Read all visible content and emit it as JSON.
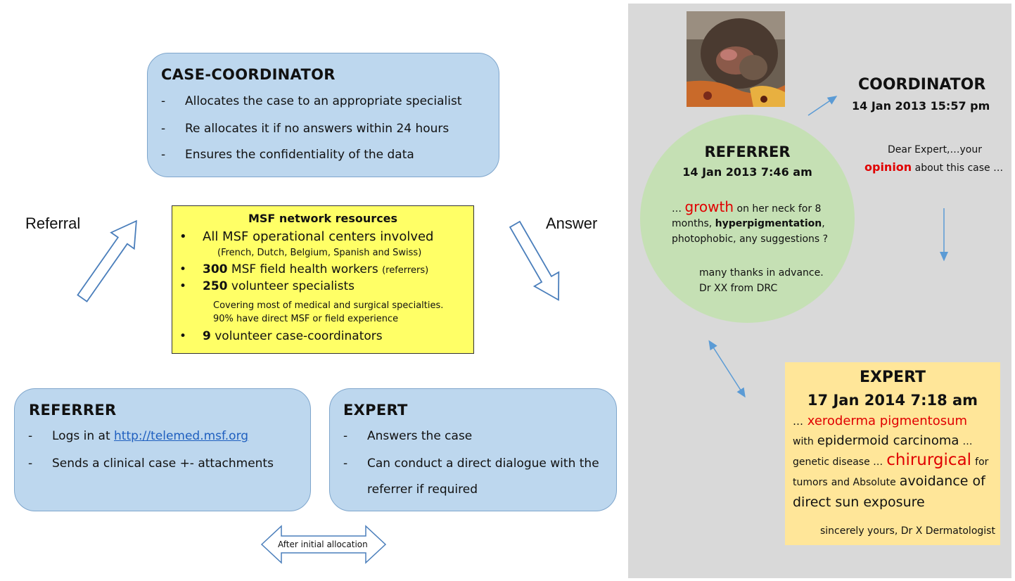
{
  "coordinator_box": {
    "title": "CASE-COORDINATOR",
    "items": [
      "Allocates the case to an appropriate specialist",
      "Re allocates it if no answers within 24 hours",
      "Ensures the confidentiality of the data"
    ]
  },
  "referral_label": "Referral",
  "answer_label": "Answer",
  "resources": {
    "title": "MSF network resources",
    "line1": "All MSF operational centers involved",
    "line1_sub": "(French, Dutch, Belgium, Spanish and Swiss)",
    "line2_num": "300",
    "line2_text": "MSF field health workers",
    "line2_small": "(referrers)",
    "line3_num": "250",
    "line3_text": "volunteer specialists",
    "line3_sub1": "Covering most of medical and surgical specialties.",
    "line3_sub2": "90% have direct MSF or field experience",
    "line4_num": "9",
    "line4_text": "volunteer case-coordinators"
  },
  "referrer_box": {
    "title": "REFERRER",
    "item1_prefix": "Logs in at",
    "item1_link": "http://telemed.msf.org",
    "item2": "Sends a clinical case +- attachments"
  },
  "expert_box": {
    "title": "EXPERT",
    "item1": "Answers the case",
    "item2_line1": "Can conduct a direct dialogue with the",
    "item2_line2": "referrer if required"
  },
  "after_allocation": "After initial allocation",
  "example": {
    "referrer": {
      "title": "REFERRER",
      "date": "14 Jan 2013 7:46 am",
      "msg_prefix": "…",
      "msg_growth": "growth",
      "msg_rest1": "on her neck for 8",
      "msg_line2_a": "months,",
      "msg_line2_b": "hyperpigmentation",
      "msg_line2_c": ",",
      "msg_line3": "photophobic,  any suggestions ?",
      "thanks": "many thanks in advance.",
      "sign": "Dr XX from DRC"
    },
    "coordinator": {
      "title": "COORDINATOR",
      "date": "14 Jan 2013 15:57 pm",
      "msg1": "Dear Expert,…your",
      "msg2_red": "opinion",
      "msg2_rest": "about this case …"
    },
    "expert": {
      "title": "EXPERT",
      "date": "17 Jan 2014 7:18 am",
      "l1_a": "…",
      "l1_red": "xeroderma pigmentosum",
      "l2_a": "with",
      "l2_b": "epidermoid carcinoma",
      "l2_c": "…",
      "l3_a": "genetic disease …",
      "l3_red": "chirurgical",
      "l3_c": "for",
      "l4_a": "tumors",
      "l4_b": "and Absolute",
      "l4_c": "avoidance of",
      "l5": "direct sun exposure",
      "sign": "sincerely  yours, Dr X Dermatologist"
    }
  },
  "colors": {
    "blue_box": "#bdd7ee",
    "yellow_box": "#ffff66",
    "panel": "#d9d9d9",
    "circle": "#c5e0b4",
    "expert_note": "#ffe699",
    "accent_red": "#e00000",
    "arrow_blue": "#5b9bd5"
  }
}
